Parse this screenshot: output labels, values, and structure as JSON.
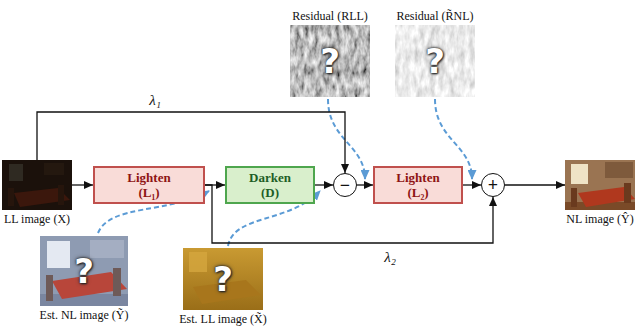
{
  "diagram": {
    "nodes": [
      {
        "text": [
          "LL image (X)"
        ]
      },
      {
        "text": [
          "Lighten",
          "(L₁)"
        ]
      },
      {
        "text": [
          "Darken",
          "(D)"
        ]
      },
      {
        "text": [
          "−"
        ]
      },
      {
        "text": [
          "Residual (RLL)",
          "?"
        ]
      },
      {
        "text": [
          "Lighten",
          "(L₂)"
        ]
      },
      {
        "text": [
          "Residual (R̃NL)",
          "?"
        ]
      },
      {
        "text": [
          "+"
        ]
      },
      {
        "text": [
          "NL image (Ŷ)"
        ]
      },
      {
        "text": [
          "Est. NL image (Ỹ)",
          "?"
        ]
      },
      {
        "text": [
          "Est. LL image (X̃)",
          "?"
        ]
      }
    ],
    "edges": [
      {
        "from": 0,
        "to": 1,
        "arrow": "to"
      },
      {
        "from": 1,
        "to": 2,
        "arrow": "to"
      },
      {
        "from": 2,
        "to": 3,
        "arrow": "to"
      },
      {
        "from": 3,
        "to": 5,
        "arrow": "to"
      },
      {
        "from": 5,
        "to": 7,
        "arrow": "to"
      },
      {
        "from": 7,
        "to": 8,
        "arrow": "to"
      },
      {
        "from": 0,
        "to": 3,
        "label": "λ₁",
        "arrow": "to"
      },
      {
        "from": 1,
        "to": 7,
        "label": "λ₂",
        "arrow": "to"
      }
    ]
  }
}
